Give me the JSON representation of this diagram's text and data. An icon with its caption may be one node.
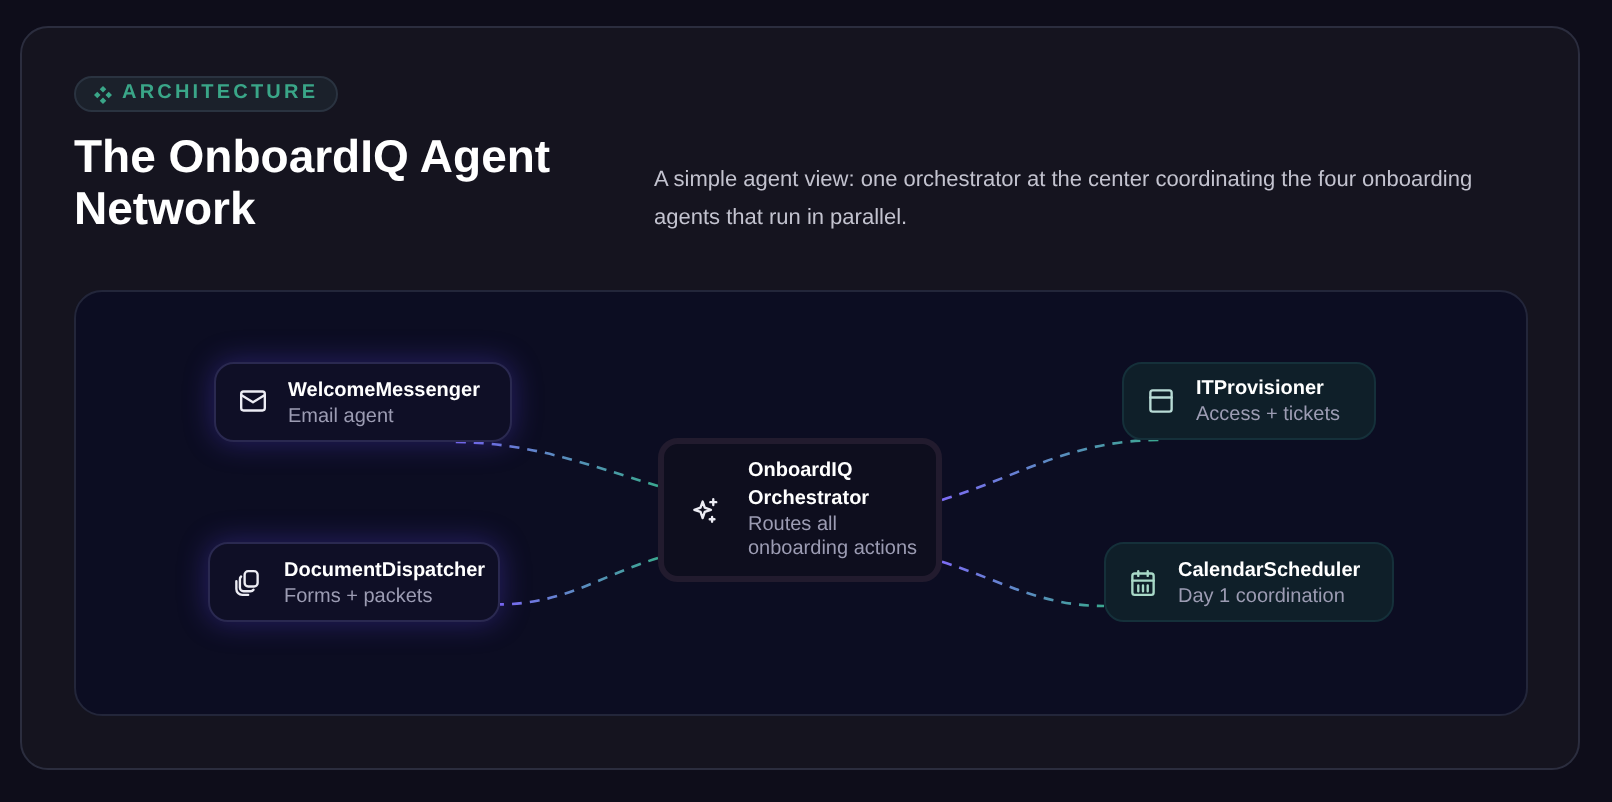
{
  "diagram": {
    "title": "The OnboardIQ Agent Network",
    "nodes": [
      {
        "text": [
          "WelcomeMessenger",
          "Email agent"
        ]
      },
      {
        "text": [
          "DocumentDispatcher",
          "Forms + packets"
        ]
      },
      {
        "text": [
          "OnboardIQ Orchestrator",
          "Routes all onboarding actions"
        ]
      },
      {
        "text": [
          "ITProvisioner",
          "Access + tickets"
        ]
      },
      {
        "text": [
          "CalendarScheduler",
          "Day 1 coordination"
        ]
      }
    ],
    "edges": [
      {
        "from": 2,
        "to": 0,
        "arrow": "none",
        "style": "dashed"
      },
      {
        "from": 2,
        "to": 1,
        "arrow": "none",
        "style": "dashed"
      },
      {
        "from": 2,
        "to": 3,
        "arrow": "none",
        "style": "dashed"
      },
      {
        "from": 2,
        "to": 4,
        "arrow": "none",
        "style": "dashed"
      }
    ],
    "labels": [
      "ARCHITECTURE",
      "A simple agent view: one orchestrator at the center coordinating the four onboarding agents that run in parallel."
    ]
  }
}
